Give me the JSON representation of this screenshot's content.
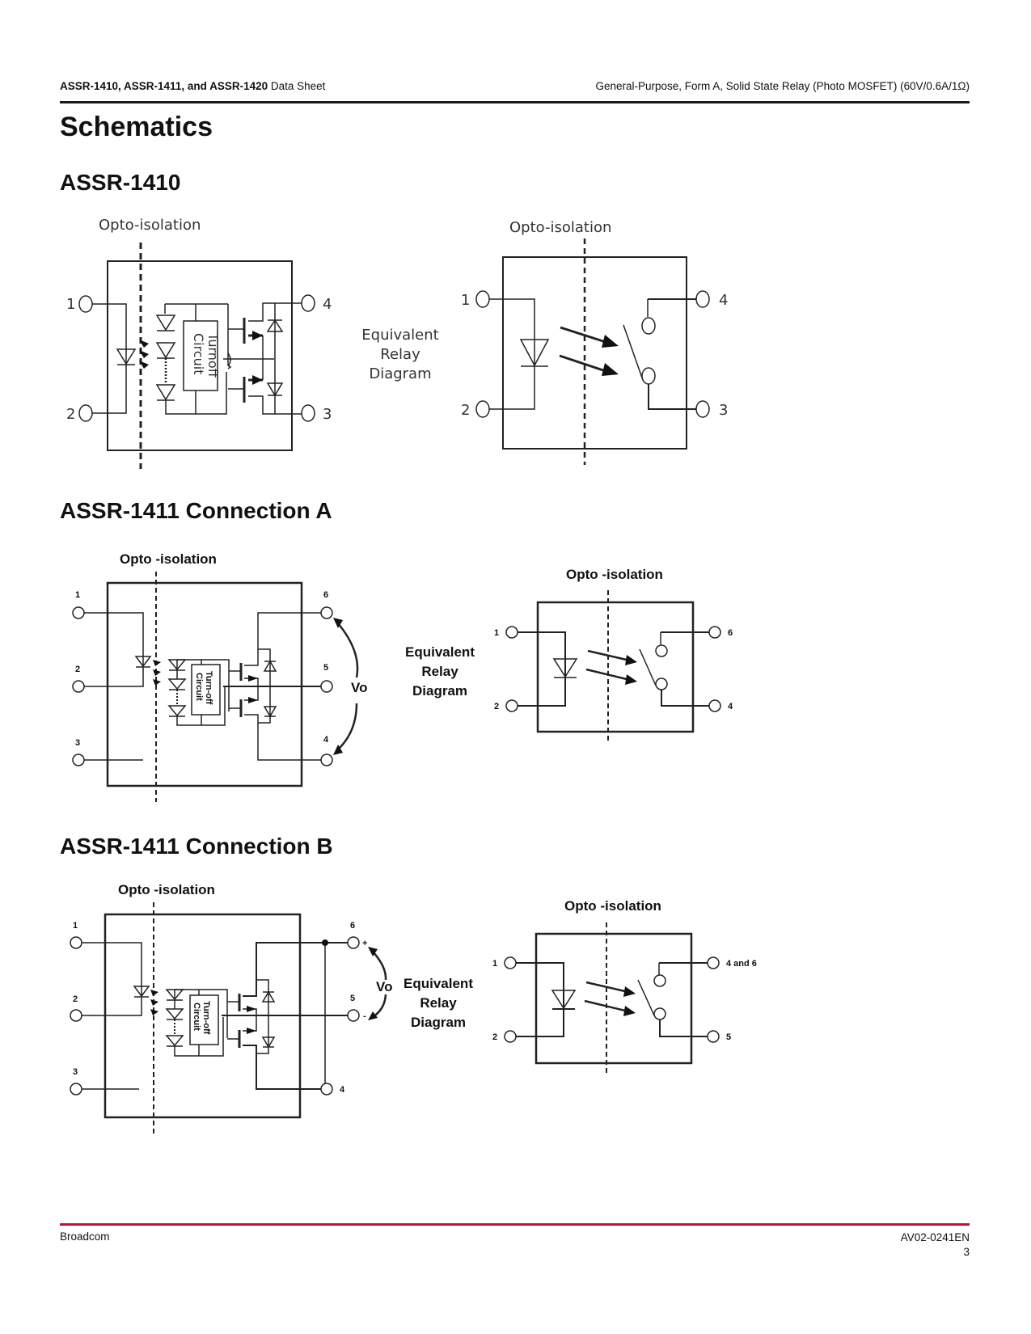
{
  "header": {
    "left_bold": "ASSR-1410, ASSR-1411, and ASSR-1420",
    "left_normal": " Data Sheet",
    "right": "General-Purpose, Form A, Solid State Relay (Photo MOSFET) (60V/0.6A/1Ω)"
  },
  "page_title": "Schematics",
  "sections": [
    {
      "title": "ASSR-1410",
      "schematic": {
        "opto_label": "Opto-isolation",
        "turnoff_label_1": "Turnoff",
        "turnoff_label_2": "Circuit",
        "pins": [
          "1",
          "2",
          "3",
          "4"
        ]
      },
      "equivalent": {
        "opto_label": "Opto-isolation",
        "caption": [
          "Equivalent",
          "Relay",
          "Diagram"
        ],
        "pins": [
          "1",
          "2",
          "3",
          "4"
        ]
      }
    },
    {
      "title": "ASSR-1411 Connection A",
      "schematic": {
        "opto_label": "Opto -isolation",
        "turnoff_label_1": "Turn-off",
        "turnoff_label_2": "Circuit",
        "pins": [
          "1",
          "2",
          "3",
          "4",
          "5",
          "6"
        ],
        "vo_label": "Vo"
      },
      "equivalent": {
        "opto_label": "Opto -isolation",
        "caption": [
          "Equivalent",
          "Relay",
          "Diagram"
        ],
        "pins": [
          "1",
          "2",
          "4",
          "6"
        ]
      }
    },
    {
      "title": "ASSR-1411 Connection B",
      "schematic": {
        "opto_label": "Opto -isolation",
        "turnoff_label_1": "Turn-off",
        "turnoff_label_2": "Circuit",
        "pins": [
          "1",
          "2",
          "3",
          "4",
          "5",
          "6"
        ],
        "vo_label": "Vo",
        "plus": "+",
        "minus": "-"
      },
      "equivalent": {
        "opto_label": "Opto -isolation",
        "caption": [
          "Equivalent",
          "Relay",
          "Diagram"
        ],
        "pins": [
          "1",
          "2",
          "5",
          "4 and 6"
        ]
      }
    }
  ],
  "footer": {
    "left": "Broadcom",
    "doc_number": "AV02-0241EN",
    "page_number": "3"
  },
  "colors": {
    "footer_rule": "#c8102e",
    "header_rule": "#1a1a1a"
  }
}
